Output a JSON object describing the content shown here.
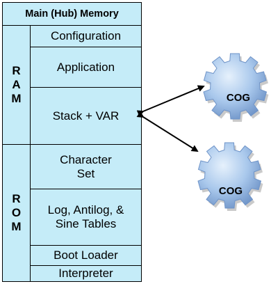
{
  "memory": {
    "title": "Main (Hub) Memory",
    "ram": {
      "label_letters": [
        "R",
        "A",
        "M"
      ],
      "sections": {
        "configuration": "Configuration",
        "application": "Application",
        "stack_var": "Stack + VAR"
      }
    },
    "rom": {
      "label_letters": [
        "R",
        "O",
        "M"
      ],
      "sections": {
        "character_set": [
          "Character",
          "Set"
        ],
        "tables": [
          "Log, Antilog, &",
          "Sine Tables"
        ],
        "boot_loader": "Boot Loader",
        "interpreter": "Interpreter"
      }
    }
  },
  "cogs": {
    "top": "COG",
    "bottom": "COG"
  },
  "colors": {
    "memory_fill": "#c5ecf8",
    "border": "#000000",
    "cog_fill": "#9bbde6",
    "cog_shadow": "#5f85b8"
  }
}
